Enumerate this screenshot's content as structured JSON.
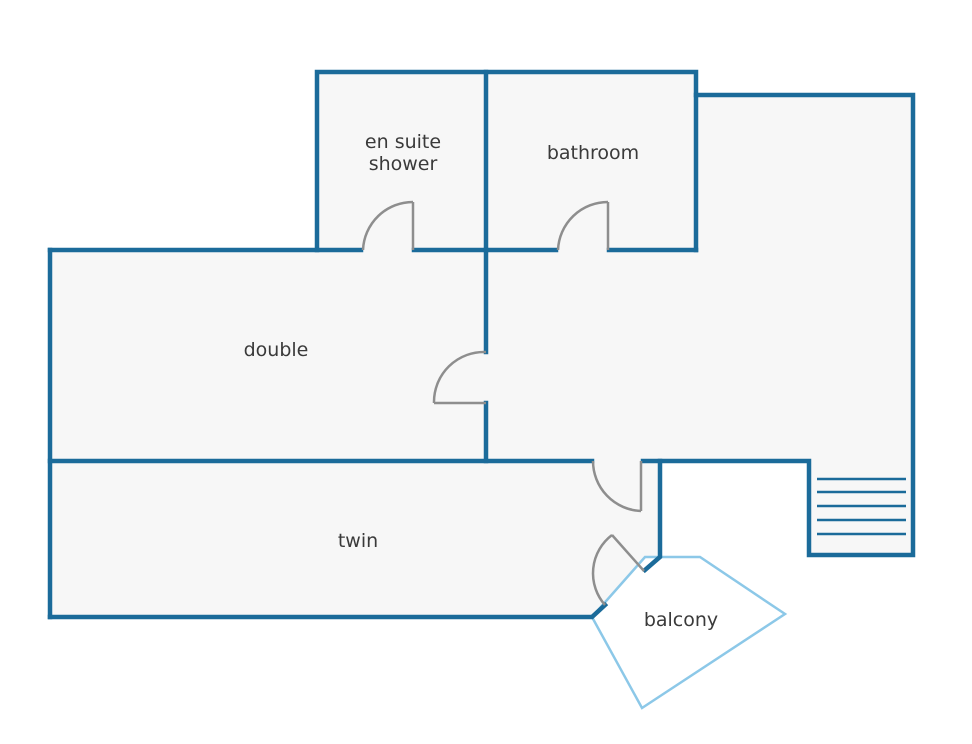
{
  "floorplan": {
    "rooms": {
      "en_suite": [
        "en suite",
        "shower"
      ],
      "bathroom": "bathroom",
      "double": "double",
      "twin": "twin",
      "balcony": "balcony"
    },
    "colors": {
      "wall": "#1b6b9a",
      "floor": "#f7f7f7",
      "balcony_outline": "#8cc8e8",
      "door": "#8e8e8e",
      "background": "#ffffff"
    }
  }
}
